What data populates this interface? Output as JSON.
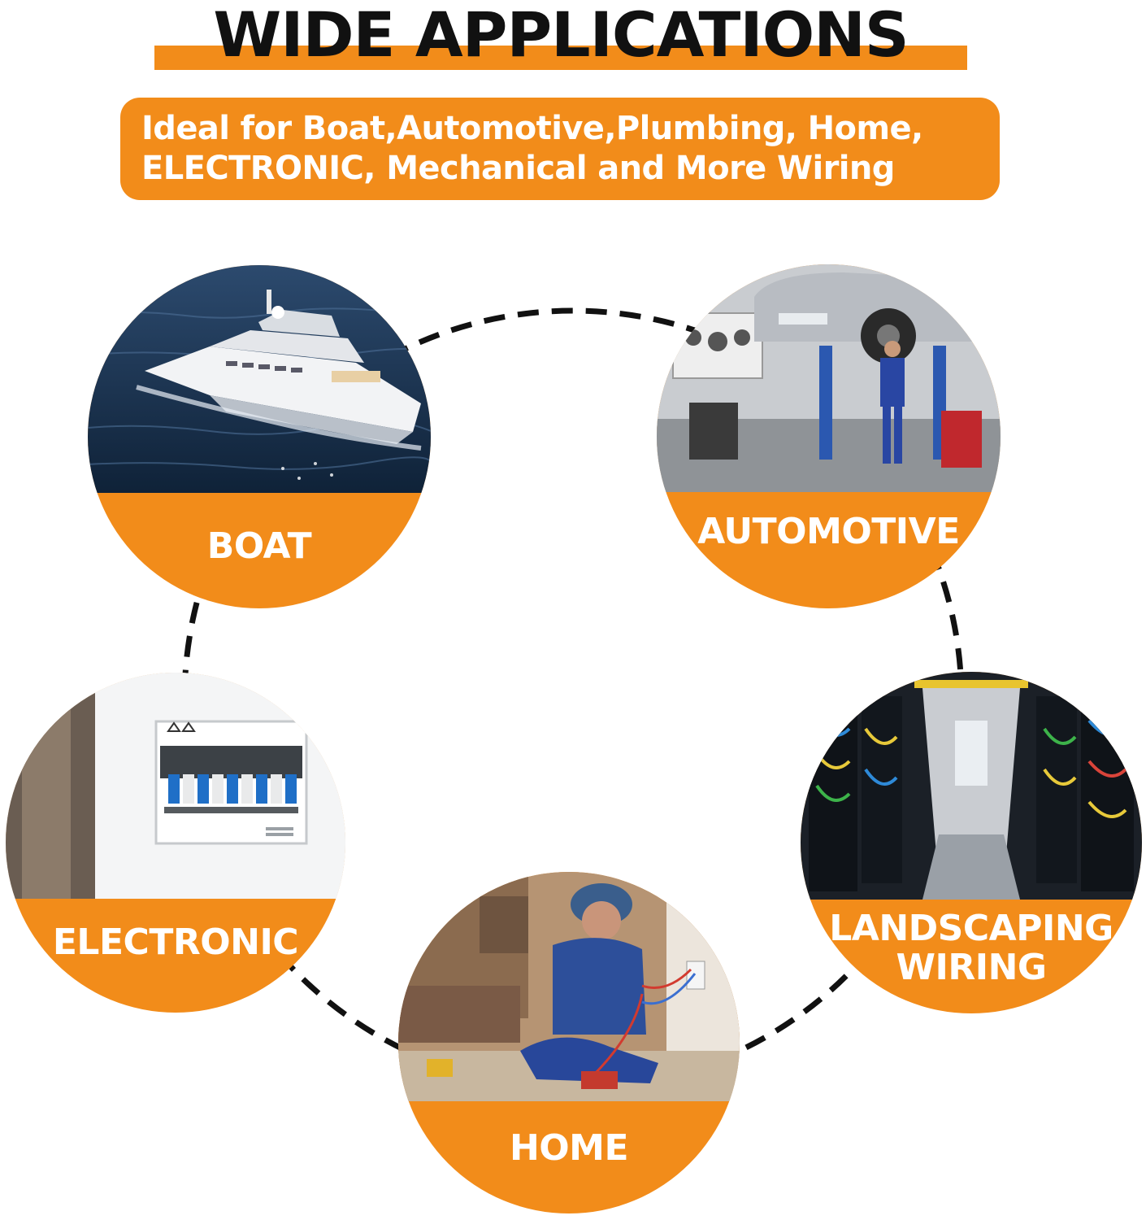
{
  "header": {
    "title": "WIDE APPLICATIONS",
    "subtitle_line1": "Ideal for Boat,Automotive,Plumbing, Home,",
    "subtitle_line2": "ELECTRONIC, Mechanical and More Wiring"
  },
  "applications": [
    {
      "label": "BOAT",
      "icon": "boat-photo"
    },
    {
      "label": "AUTOMOTIVE",
      "icon": "car-lift-photo"
    },
    {
      "label": "ELECTRONIC",
      "icon": "breaker-panel-photo"
    },
    {
      "label": "LANDSCAPING",
      "label_line2": "WIRING",
      "icon": "server-room-photo"
    },
    {
      "label": "HOME",
      "icon": "electrician-photo"
    }
  ],
  "colors": {
    "accent": "#F28C1A",
    "title_text": "#111111",
    "label_text": "#FFFFFF",
    "ring_dash": "#111111"
  }
}
